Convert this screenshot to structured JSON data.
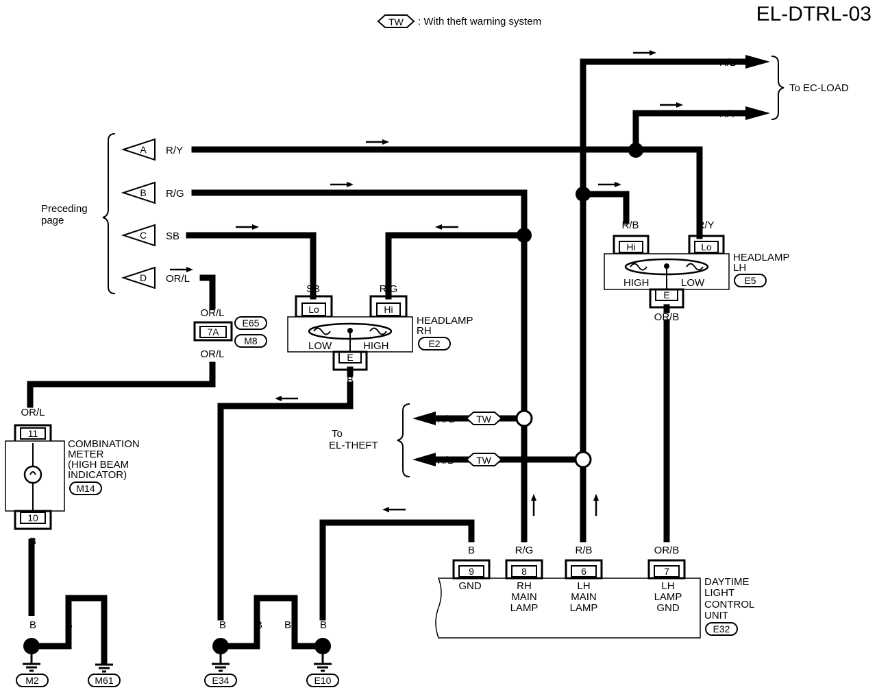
{
  "page_id": "EL-DTRL-03",
  "legend": {
    "badge": "TW",
    "text": ": With theft warning system"
  },
  "preceding_page": {
    "line1": "Preceding",
    "line2": "page"
  },
  "inputs": [
    {
      "letter": "A",
      "wire": "R/Y"
    },
    {
      "letter": "B",
      "wire": "R/G"
    },
    {
      "letter": "C",
      "wire": "SB"
    },
    {
      "letter": "D",
      "wire": "OR/L"
    }
  ],
  "to_ec_load": {
    "label": "To EC-LOAD",
    "wires": [
      "R/B",
      "R/Y"
    ]
  },
  "to_el_theft": {
    "line1": "To",
    "line2": "EL-THEFT",
    "wires": [
      "R/G",
      "R/B"
    ],
    "badge": "TW"
  },
  "headlamp_rh": {
    "name1": "HEADLAMP",
    "name2": "RH",
    "conn": "E2",
    "lo": "Lo",
    "hi": "Hi",
    "low": "LOW",
    "high": "HIGH",
    "e": "E",
    "wire_sb": "SB",
    "wire_rg": "R/G",
    "wire_b": "B"
  },
  "headlamp_lh": {
    "name1": "HEADLAMP",
    "name2": "LH",
    "conn": "E5",
    "hi": "Hi",
    "lo": "Lo",
    "high": "HIGH",
    "low": "LOW",
    "e": "E",
    "wire_rb": "R/B",
    "wire_ry": "R/Y",
    "wire_orb": "OR/B"
  },
  "joint_connector": {
    "pin": "7A",
    "conn1": "E65",
    "conn2": "M8",
    "wire_top": "OR/L",
    "wire_bottom": "OR/L"
  },
  "combination_meter": {
    "line1": "COMBINATION",
    "line2": "METER",
    "line3": "(HIGH BEAM",
    "line4": "INDICATOR)",
    "conn": "M14",
    "pin_top": "11",
    "pin_bottom": "10",
    "wire_top": "OR/L",
    "wire_bottom": "B"
  },
  "control_unit": {
    "line1": "DAYTIME",
    "line2": "LIGHT",
    "line3": "CONTROL",
    "line4": "UNIT",
    "conn": "E32",
    "pins": [
      {
        "pin": "9",
        "wire": "B",
        "func1": "GND",
        "func2": "",
        "func3": ""
      },
      {
        "pin": "8",
        "wire": "R/G",
        "func1": "RH",
        "func2": "MAIN",
        "func3": "LAMP"
      },
      {
        "pin": "6",
        "wire": "R/B",
        "func1": "LH",
        "func2": "MAIN",
        "func3": "LAMP"
      },
      {
        "pin": "7",
        "wire": "OR/B",
        "func1": "LH",
        "func2": "LAMP",
        "func3": "GND"
      }
    ]
  },
  "grounds": [
    {
      "name": "M2"
    },
    {
      "name": "M61"
    },
    {
      "name": "E34"
    },
    {
      "name": "E10"
    }
  ],
  "ground_wire_color": "B"
}
